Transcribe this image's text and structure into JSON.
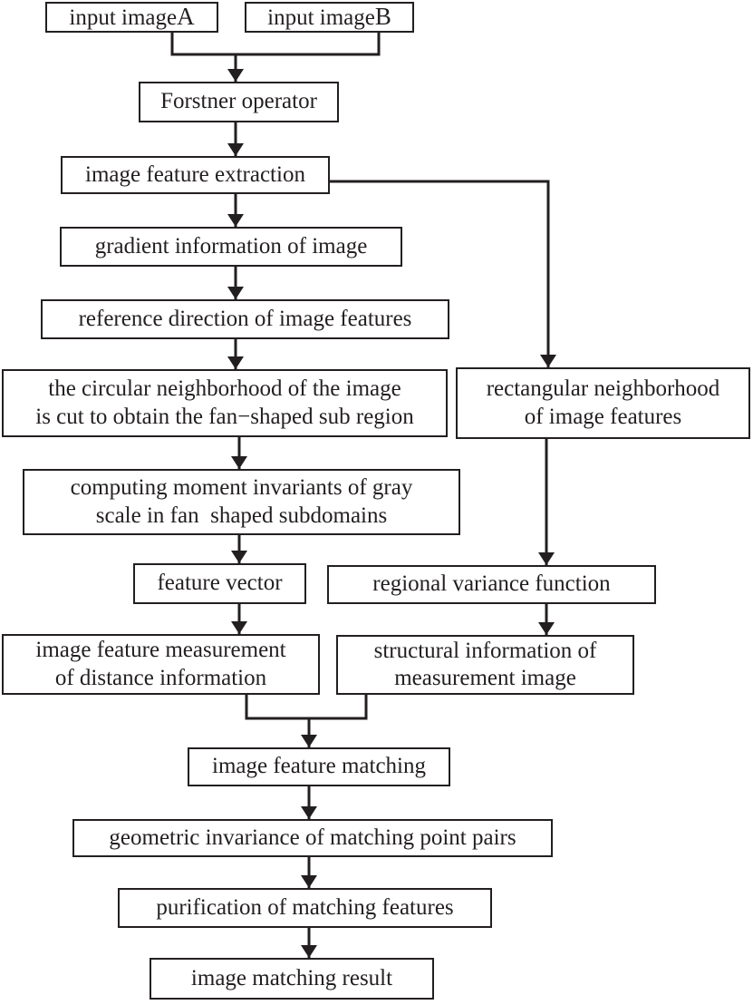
{
  "colors": {
    "ink": "#231f20",
    "background": "#ffffff"
  },
  "nodes": {
    "input_a": {
      "text": "input image",
      "suffix": "A"
    },
    "input_b": {
      "text": "input image",
      "suffix": "B"
    },
    "forstner": {
      "lines": [
        "Forstner operator"
      ]
    },
    "feature_extraction": {
      "lines": [
        "image feature extraction"
      ]
    },
    "gradient": {
      "lines": [
        "gradient information of image"
      ]
    },
    "reference_direction": {
      "lines": [
        "reference direction of image features"
      ]
    },
    "circular_neighborhood": {
      "lines": [
        "the circular neighborhood of the image",
        "is cut to obtain the fan−shaped sub region"
      ]
    },
    "moment_invariants": {
      "lines": [
        "computing moment invariants of gray",
        "scale in fan  shaped subdomains"
      ]
    },
    "feature_vector": {
      "lines": [
        "feature vector"
      ]
    },
    "distance_measurement": {
      "lines": [
        "image feature measurement",
        "of distance information"
      ]
    },
    "rectangular_neighborhood": {
      "lines": [
        "rectangular neighborhood",
        "of image features"
      ]
    },
    "regional_variance": {
      "lines": [
        "regional variance function"
      ]
    },
    "structural_information": {
      "lines": [
        "structural information of",
        "measurement image"
      ]
    },
    "feature_matching": {
      "lines": [
        "image feature matching"
      ]
    },
    "geometric_invariance": {
      "lines": [
        "geometric invariance of matching point pairs"
      ]
    },
    "purification": {
      "lines": [
        "purification of matching features"
      ]
    },
    "matching_result": {
      "lines": [
        "image matching result"
      ]
    }
  }
}
